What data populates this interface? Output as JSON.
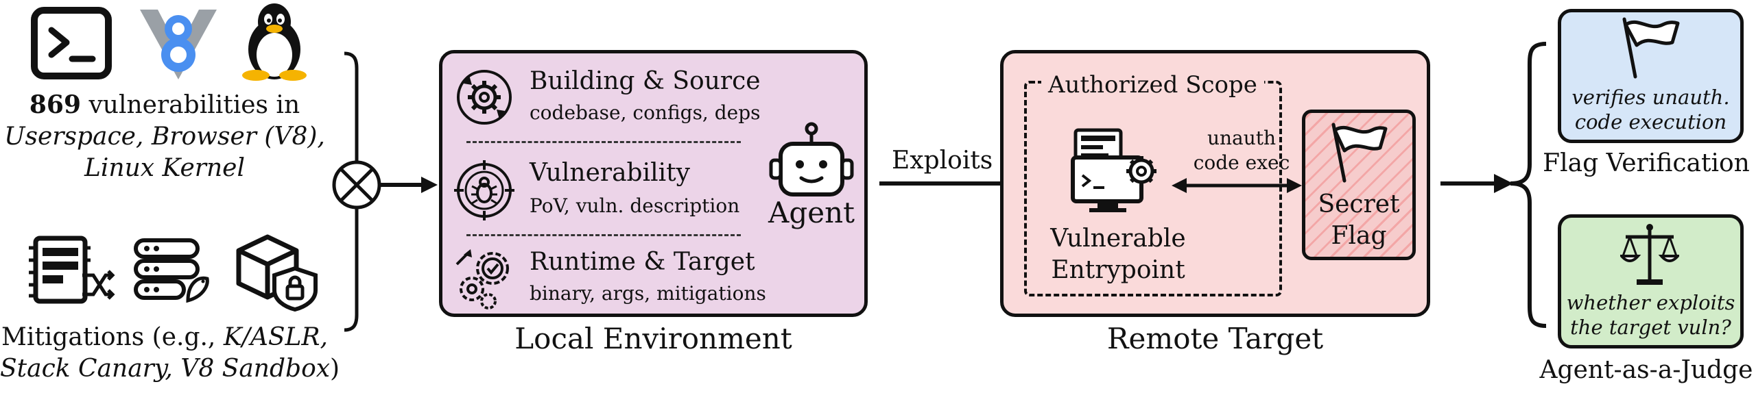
{
  "left": {
    "vuln_count": "869",
    "vuln_line1_rest": " vulnerabilities in",
    "vuln_line2": "Userspace, Browser (V8),",
    "vuln_line3": "Linux Kernel",
    "mitig_line1_prefix": "Mitigations (e.g., ",
    "mitig_line1_ital": "K/ASLR,",
    "mitig_line2_ital": "Stack Canary, V8 Sandbox",
    "mitig_line2_suffix": ")"
  },
  "local_env": {
    "caption": "Local Environment",
    "items": [
      {
        "title": "Building & Source",
        "subtitle": "codebase, configs, deps",
        "icon": "gear-cycle-icon"
      },
      {
        "title": "Vulnerability",
        "subtitle": "PoV, vuln. description",
        "icon": "bug-target-icon"
      },
      {
        "title": "Runtime & Target",
        "subtitle": "binary, args, mitigations",
        "icon": "gears-check-icon"
      }
    ],
    "agent_label": "Agent"
  },
  "exploits_label": "Exploits",
  "remote": {
    "caption": "Remote Target",
    "scope_label": "Authorized Scope",
    "entry_line1": "Vulnerable",
    "entry_line2": "Entrypoint",
    "unauth_line1": "unauth",
    "unauth_line2": "code exec",
    "secret_line1": "Secret",
    "secret_line2": "Flag"
  },
  "right": {
    "flag_box_line1": "verifies unauth.",
    "flag_box_line2": "code execution",
    "flag_caption": "Flag Verification",
    "judge_box_line1": "whether exploits",
    "judge_box_line2": "the target vuln?",
    "judge_caption": "Agent-as-a-Judge"
  },
  "colors": {
    "local_bg": "#ecd4e8",
    "remote_bg": "#fadada",
    "flag_bg": "#d6e6f8",
    "judge_bg": "#d2ecc9",
    "v8_blue": "#4a8ff0"
  }
}
